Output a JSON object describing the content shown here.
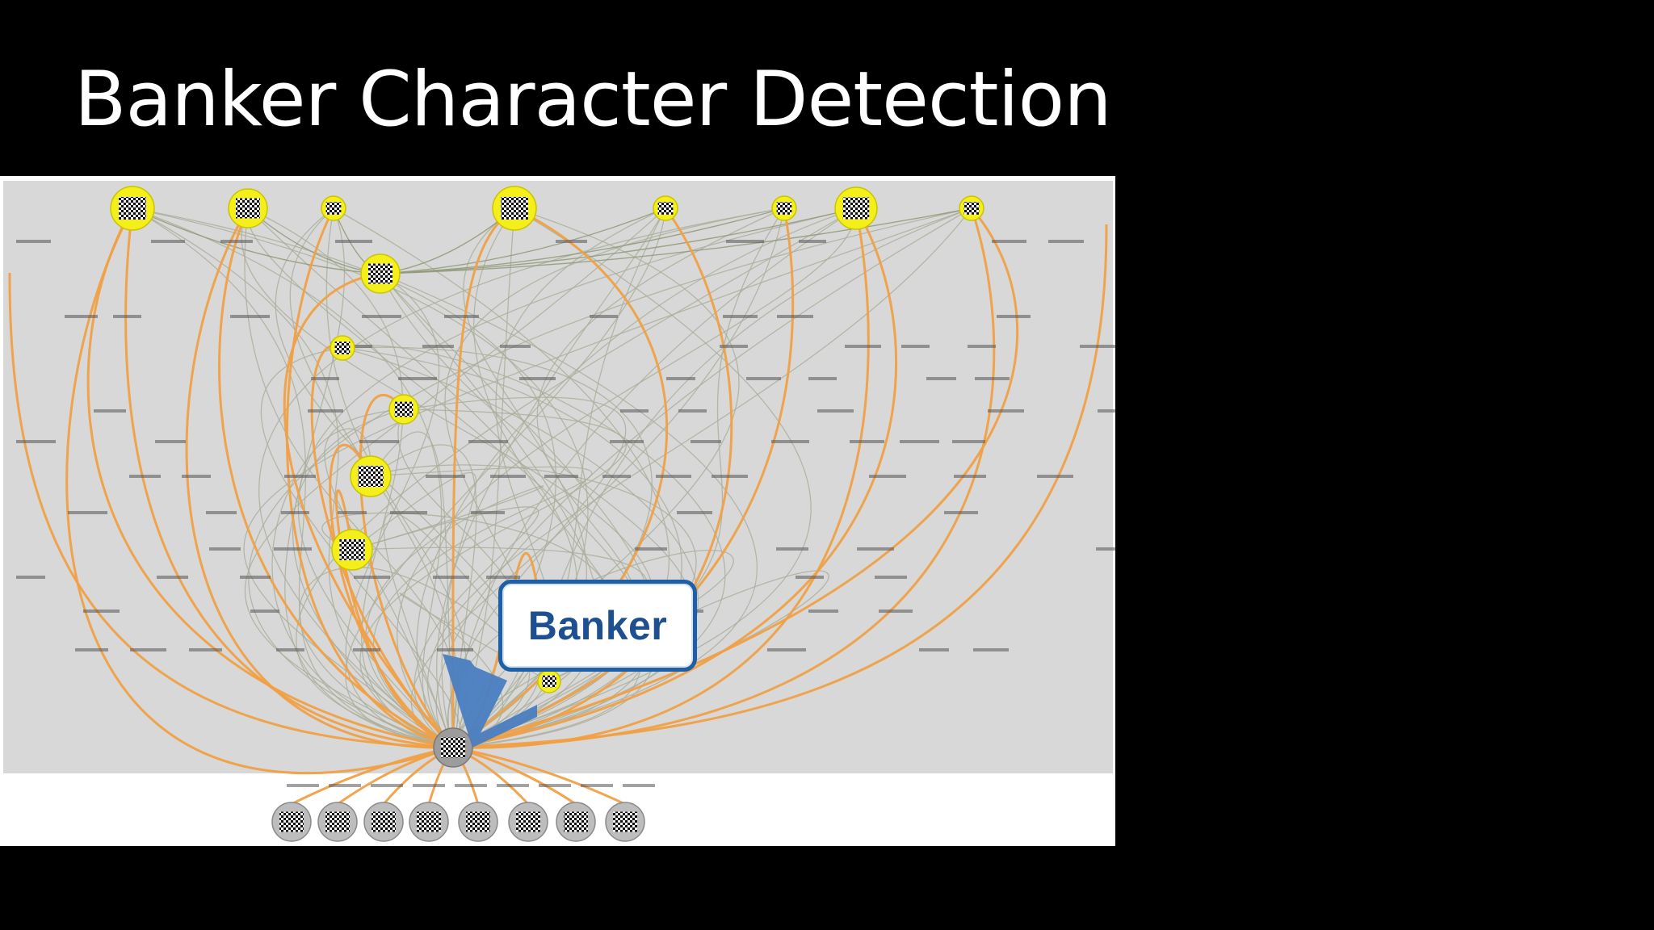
{
  "slide": {
    "title": "Banker Character Detection"
  },
  "callout": {
    "label": "Banker"
  },
  "colors": {
    "background": "#000000",
    "panel": "#d8d8d8",
    "edge_heavy": "#f0a044",
    "edge_light": "#a9ae9a",
    "node_fill": "#f4ef1b",
    "callout_border": "#1f5fa8",
    "callout_text": "#1e4f91",
    "arrow": "#4a7ec2"
  },
  "graph": {
    "top_nodes": 8,
    "inner_nodes": 6,
    "banker_nodes": 1,
    "bottom_nodes": 8,
    "node_types": [
      "yellow-character-node",
      "banker-node",
      "gray-character-node"
    ]
  }
}
